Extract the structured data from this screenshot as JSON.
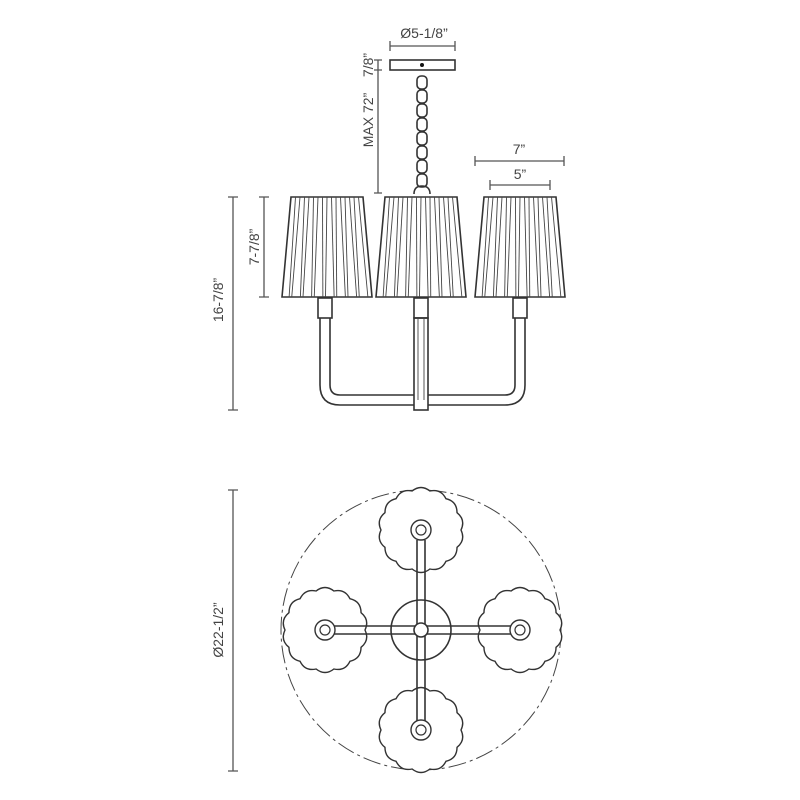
{
  "title": "Chandelier dimension drawing",
  "dimensions": {
    "canopy_diameter": "Ø5-1/8”",
    "canopy_height": "7/8”",
    "max_chain": "MAX 72”",
    "shade_bottom_width": "7”",
    "shade_top_width": "5”",
    "shade_height": "7-7/8”",
    "body_height": "16-7/8”",
    "overall_diameter": "Ø22-1/2”"
  },
  "colors": {
    "line": "#333333",
    "dimension": "#555555"
  }
}
